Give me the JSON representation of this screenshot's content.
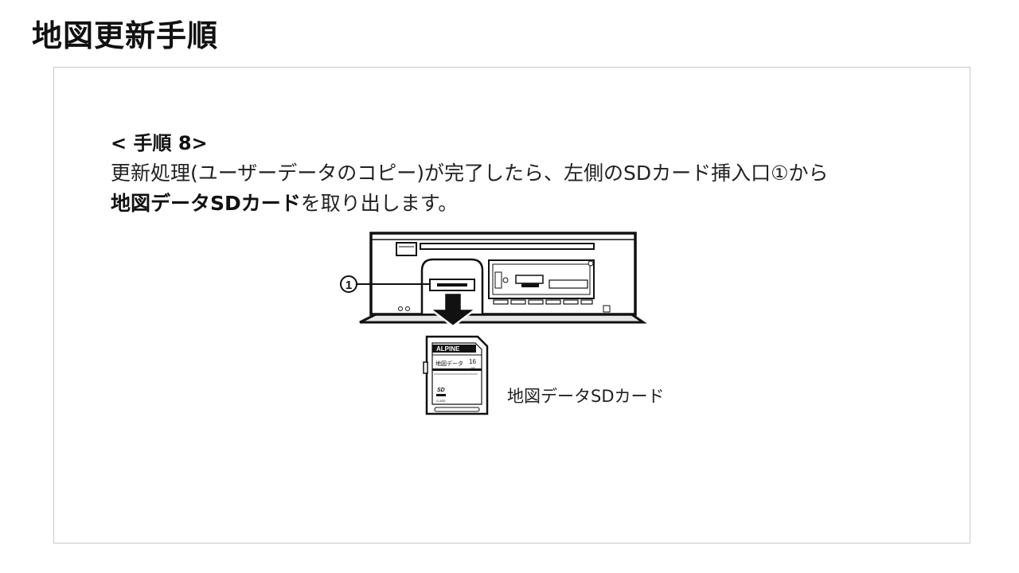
{
  "page": {
    "title": "地図更新手順"
  },
  "step": {
    "heading": "< 手順 8>"
  },
  "instruction": {
    "line1": "更新処理(ユーザーデータのコピー)が完了したら、左側のSDカード挿入口①から",
    "line2_bold": "地図データSDカード",
    "line2_rest": "を取り出します。"
  },
  "illustration": {
    "callout_number": "1",
    "card_brand": "ALPINE",
    "card_text": "地図データ",
    "card_capacity": "16",
    "card_capacity_unit": "GB",
    "card_logo": "SD",
    "card_class": "CLASS"
  },
  "card_label": "地図データSDカード"
}
